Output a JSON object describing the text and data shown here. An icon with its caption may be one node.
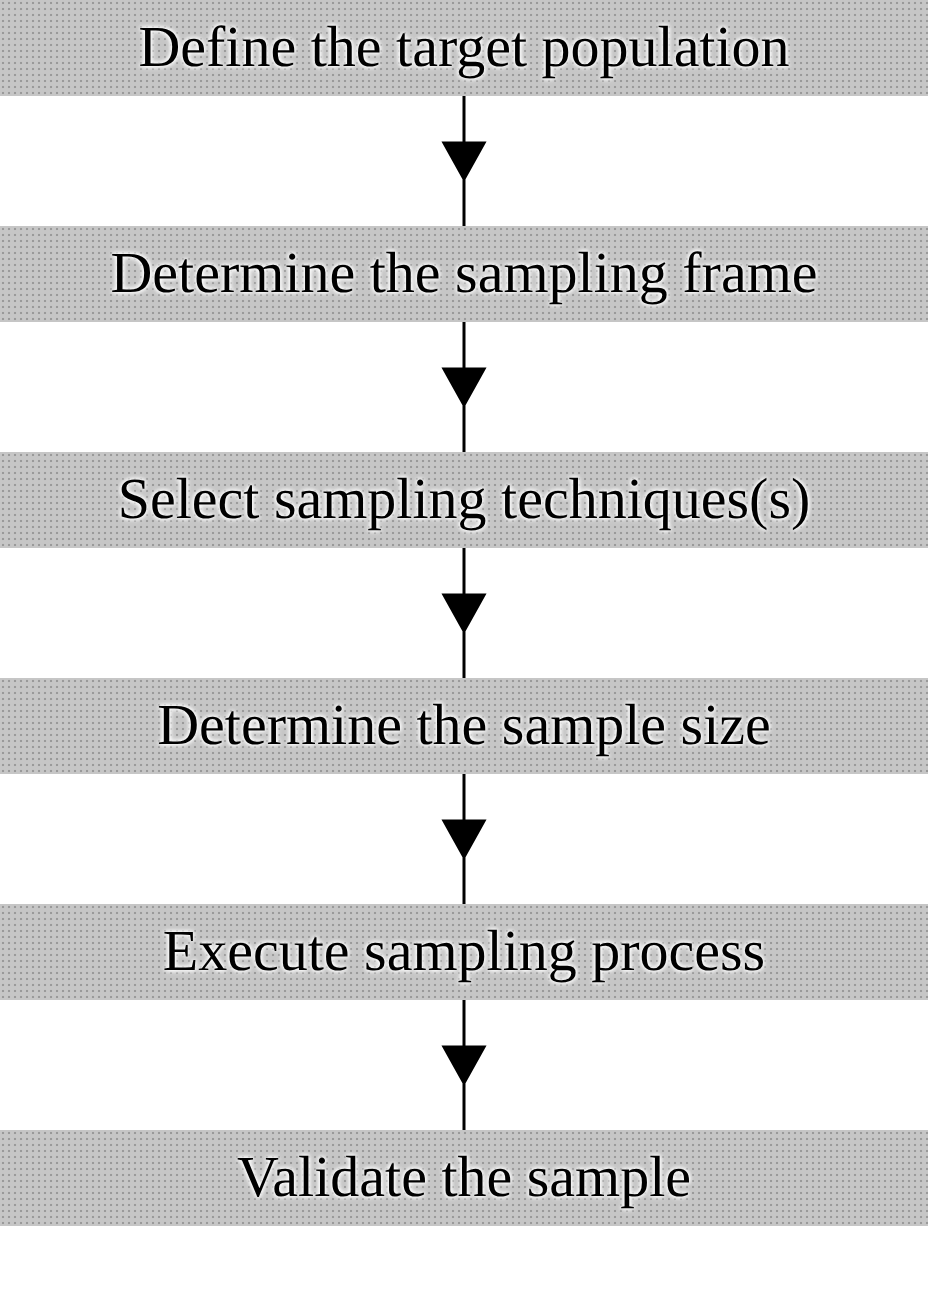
{
  "diagram": {
    "nodes": [
      {
        "text": [
          "Define the target population"
        ]
      },
      {
        "text": [
          "Determine the sampling frame"
        ]
      },
      {
        "text": [
          "Select sampling techniques(s)"
        ]
      },
      {
        "text": [
          "Determine the sample size"
        ]
      },
      {
        "text": [
          "Execute sampling process"
        ]
      },
      {
        "text": [
          "Validate the sample"
        ]
      }
    ],
    "edges": [
      {
        "from": 0,
        "to": 1,
        "arrow": "to"
      },
      {
        "from": 1,
        "to": 2,
        "arrow": "to"
      },
      {
        "from": 2,
        "to": 3,
        "arrow": "to"
      },
      {
        "from": 3,
        "to": 4,
        "arrow": "to"
      },
      {
        "from": 4,
        "to": 5,
        "arrow": "to"
      }
    ]
  }
}
